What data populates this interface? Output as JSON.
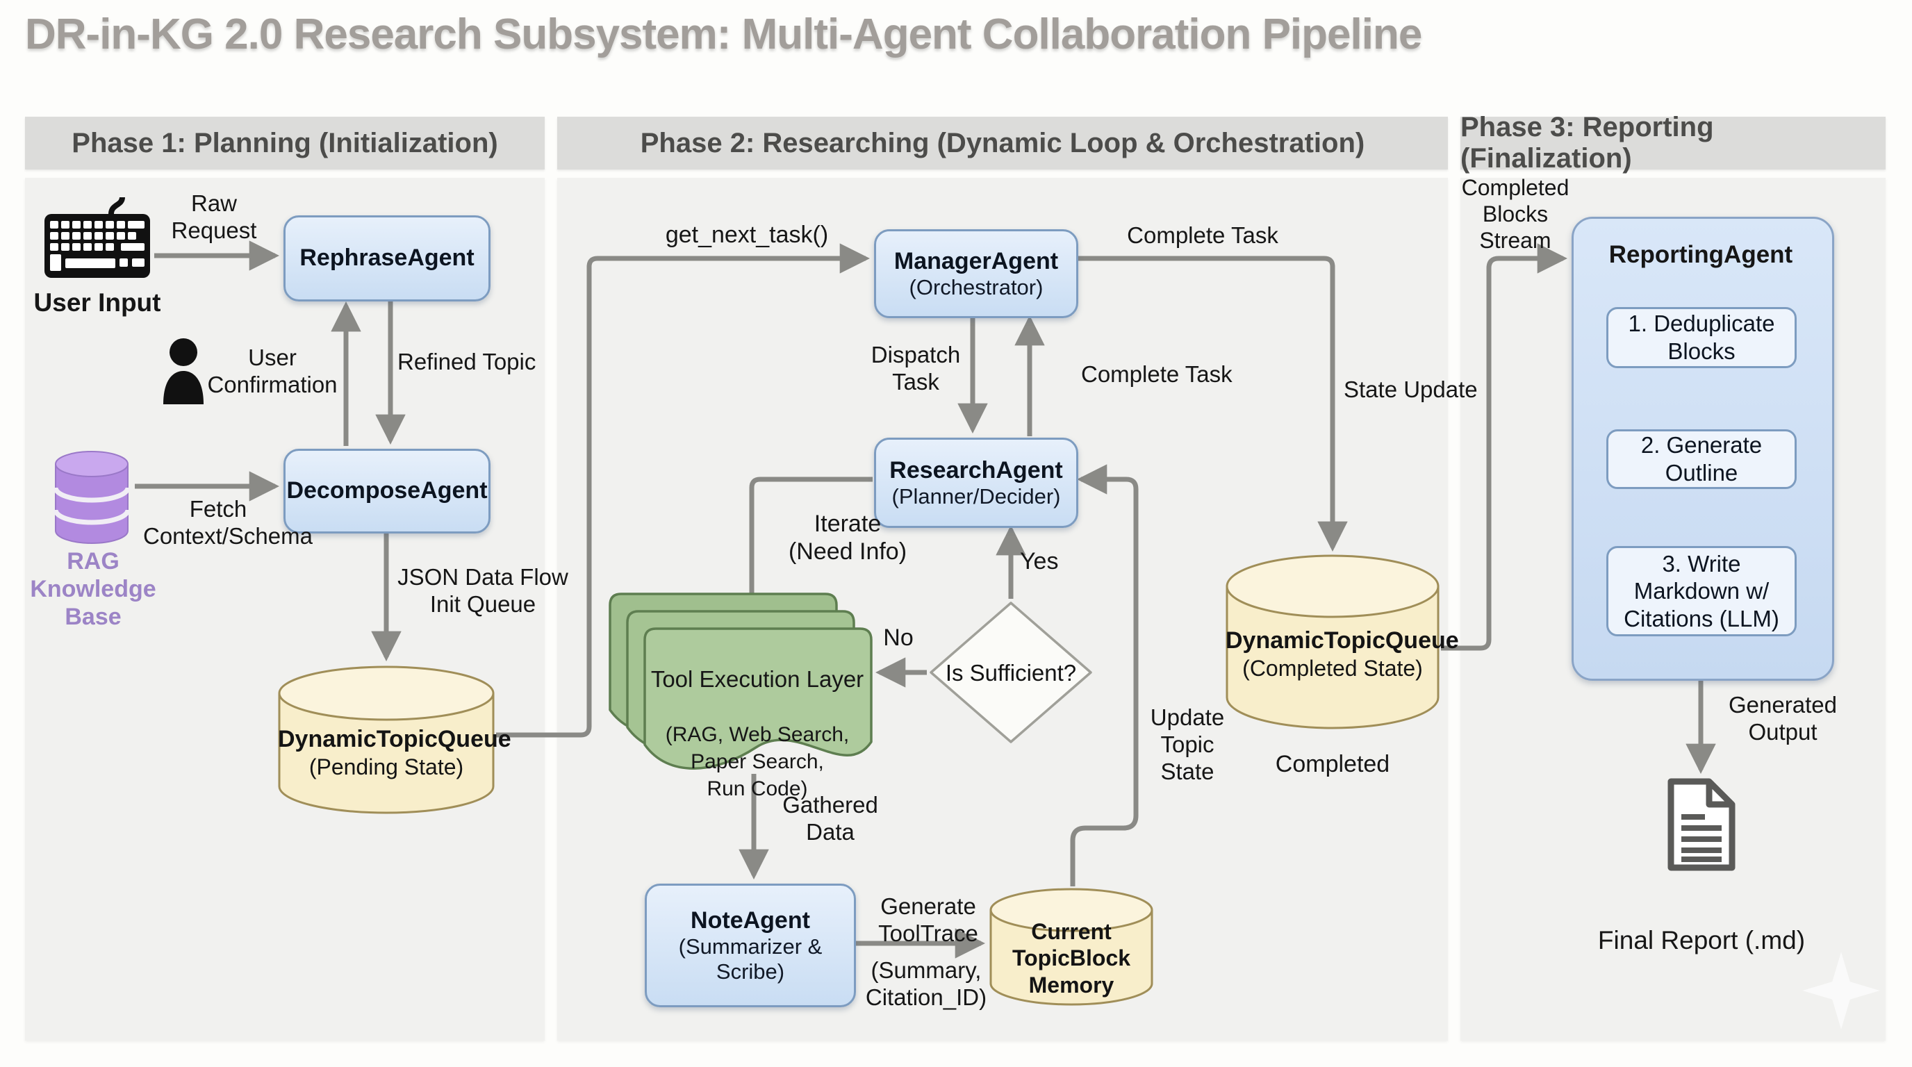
{
  "title": "DR-in-KG 2.0 Research Subsystem: Multi-Agent Collaboration Pipeline",
  "phases": [
    {
      "header": "Phase 1: Planning (Initialization)"
    },
    {
      "header": "Phase 2: Researching (Dynamic Loop & Orchestration)"
    },
    {
      "header": "Phase 3: Reporting (Finalization)"
    }
  ],
  "nodes": {
    "user_input": {
      "label": "User Input",
      "icon": "keyboard-icon"
    },
    "rephrase_agent": {
      "title": "RephraseAgent"
    },
    "decompose_agent": {
      "title": "DecomposeAgent"
    },
    "rag_kb": {
      "label": "RAG\nKnowledge\nBase",
      "icon": "database-icon"
    },
    "pending_queue": {
      "title": "DynamicTopicQueue",
      "subtitle": "(Pending State)"
    },
    "manager_agent": {
      "title": "ManagerAgent",
      "subtitle": "(Orchestrator)"
    },
    "research_agent": {
      "title": "ResearchAgent",
      "subtitle": "(Planner/Decider)"
    },
    "tool_layer": {
      "title": "Tool Execution Layer",
      "detail": "(RAG, Web Search,\nPaper Search,\nRun Code)"
    },
    "decision": {
      "label": "Is Sufficient?"
    },
    "note_agent": {
      "title": "NoteAgent",
      "subtitle": "(Summarizer &\nScribe)"
    },
    "topic_memory": {
      "label": "Current\nTopicBlock\nMemory"
    },
    "completed_queue": {
      "title": "DynamicTopicQueue",
      "subtitle": "(Completed State)",
      "caption": "Completed"
    },
    "reporting_agent": {
      "title": "ReportingAgent",
      "steps": [
        "1. Deduplicate Blocks",
        "2. Generate Outline",
        "3. Write Markdown w/ Citations (LLM)"
      ]
    },
    "final_report": {
      "label_bold": "Final Report",
      "label_rest": " (.md)",
      "icon": "document-icon"
    }
  },
  "edges": {
    "raw_request": "Raw\nRequest",
    "user_confirmation": "User\nConfirmation",
    "refined_topic": "Refined Topic",
    "fetch_context": "Fetch\nContext/Schema",
    "json_flow": "JSON Data Flow\nInit Queue",
    "get_next_task": "get_next_task()",
    "complete_task_top": "Complete Task",
    "dispatch_task": "Dispatch\nTask",
    "complete_task_mid": "Complete Task",
    "iterate": "Iterate\n(Need Info)",
    "no": "No",
    "yes": "Yes",
    "gathered_data": "Gathered\nData",
    "generate_tooltrace": "Generate\nToolTrace",
    "tooltrace_detail": "(Summary,\nCitation_ID)",
    "update_topic_state": "Update\nTopic\nState",
    "state_update": "State Update",
    "completed_blocks_stream": "Completed\nBlocks\nStream",
    "generated_output": "Generated\nOutput"
  },
  "colors": {
    "arrow": "#8a8a86",
    "agent_fill": "#cfe0f4",
    "agent_border": "#7d9cc0",
    "queue_fill": "#f8eecb",
    "queue_border": "#a08e58",
    "tool_fill": "#a9c697",
    "tool_border": "#5e7e50",
    "rag_purple": "#b28ae0",
    "panel": "#f1f1ef",
    "header_bar": "#dcdcda"
  }
}
